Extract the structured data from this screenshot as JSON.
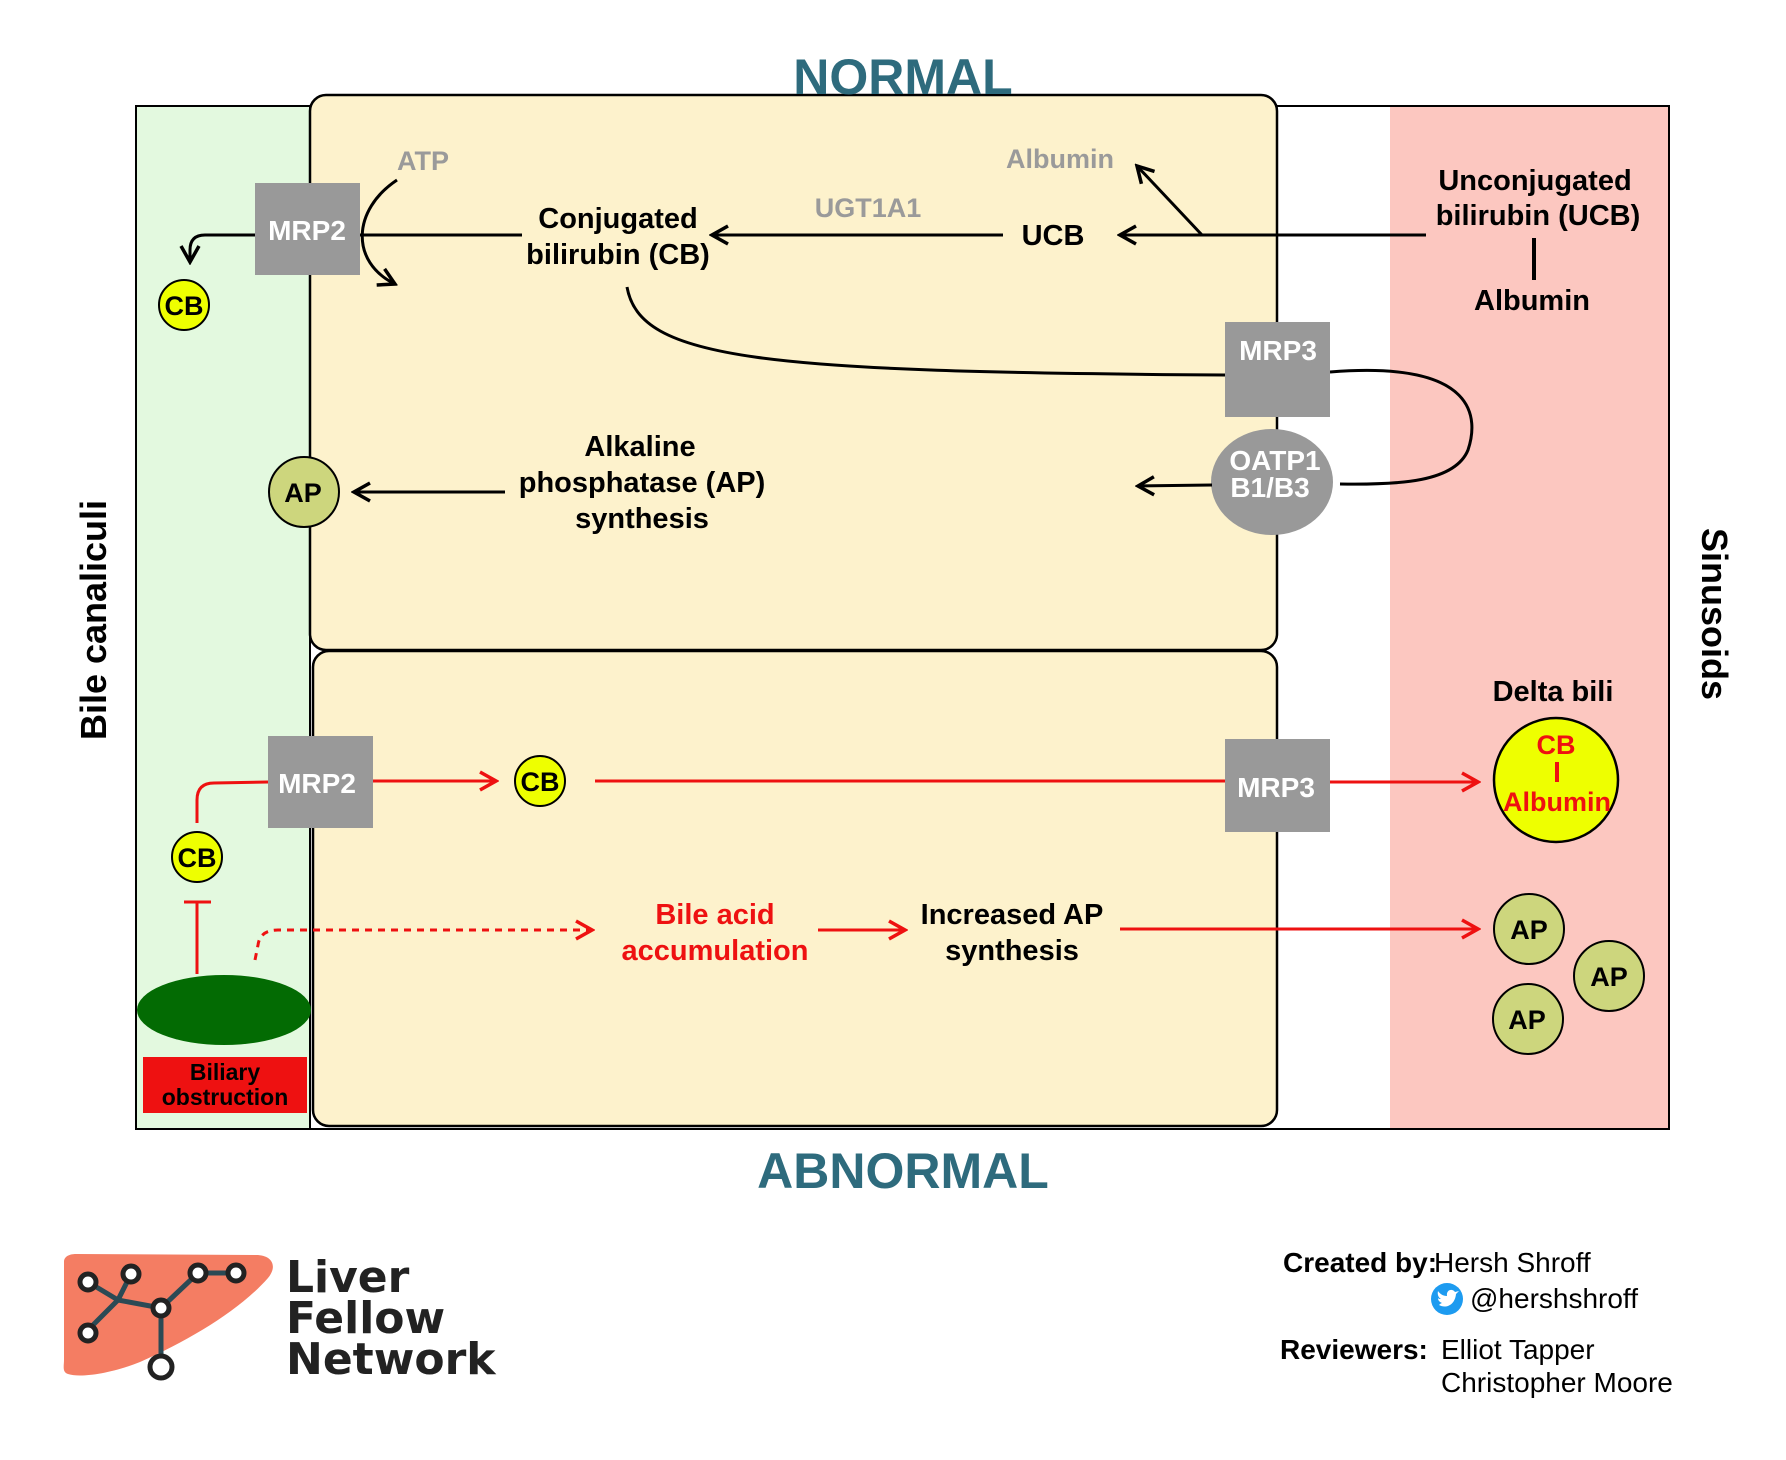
{
  "headings": {
    "top": "NORMAL",
    "bottom": "ABNORMAL"
  },
  "side_labels": {
    "left": "Bile canaliculi",
    "right": "Sinusoids"
  },
  "normal": {
    "atp": "ATP",
    "albumin_released": "Albumin",
    "enzyme": "UGT1A1",
    "cb_line1": "Conjugated",
    "cb_line2": "bilirubin (CB)",
    "ucb": "UCB",
    "ucb_blood_line1": "Unconjugated",
    "ucb_blood_line2": "bilirubin (UCB)",
    "albumin_bound": "Albumin",
    "mrp2": "MRP2",
    "mrp3": "MRP3",
    "oatp_line1": "OATP1",
    "oatp_line2": "B1/B3",
    "cb_canaliculus": "CB",
    "ap_line1": "Alkaline",
    "ap_line2": "phosphatase (AP)",
    "ap_line3": "synthesis",
    "ap_canaliculus": "AP"
  },
  "abnormal": {
    "mrp2": "MRP2",
    "mrp3": "MRP3",
    "cb_cell": "CB",
    "cb_canaliculus": "CB",
    "delta_bili": "Delta bili",
    "delta_cb": "CB",
    "delta_albumin": "Albumin",
    "bile_acid_line1": "Bile acid",
    "bile_acid_line2": "accumulation",
    "increased_ap_line1": "Increased AP",
    "increased_ap_line2": "synthesis",
    "ap1": "AP",
    "ap2": "AP",
    "ap3": "AP",
    "obstruction_line1": "Biliary",
    "obstruction_line2": "obstruction"
  },
  "logo": {
    "line1": "Liver",
    "line2": "Fellow",
    "line3": "Network"
  },
  "credits": {
    "created_label": "Created by:",
    "created_name": "Hersh Shroff",
    "handle": "@hershshroff",
    "reviewers_label": "Reviewers:",
    "reviewer1": "Elliot Tapper",
    "reviewer2": "Christopher Moore"
  },
  "colors": {
    "canaliculi_bg": "#e3f9df",
    "cell_bg": "#fdf2cc",
    "sinusoid_bg": "#fcc7c0",
    "transporter": "#999999",
    "cb_yellow": "#eeff00",
    "ap_green": "#cdd67d",
    "pathology_red": "#ee1111",
    "heading_teal": "#2e6b7d",
    "obstruction_green": "#036b03",
    "logo_orange": "#f47d63"
  }
}
